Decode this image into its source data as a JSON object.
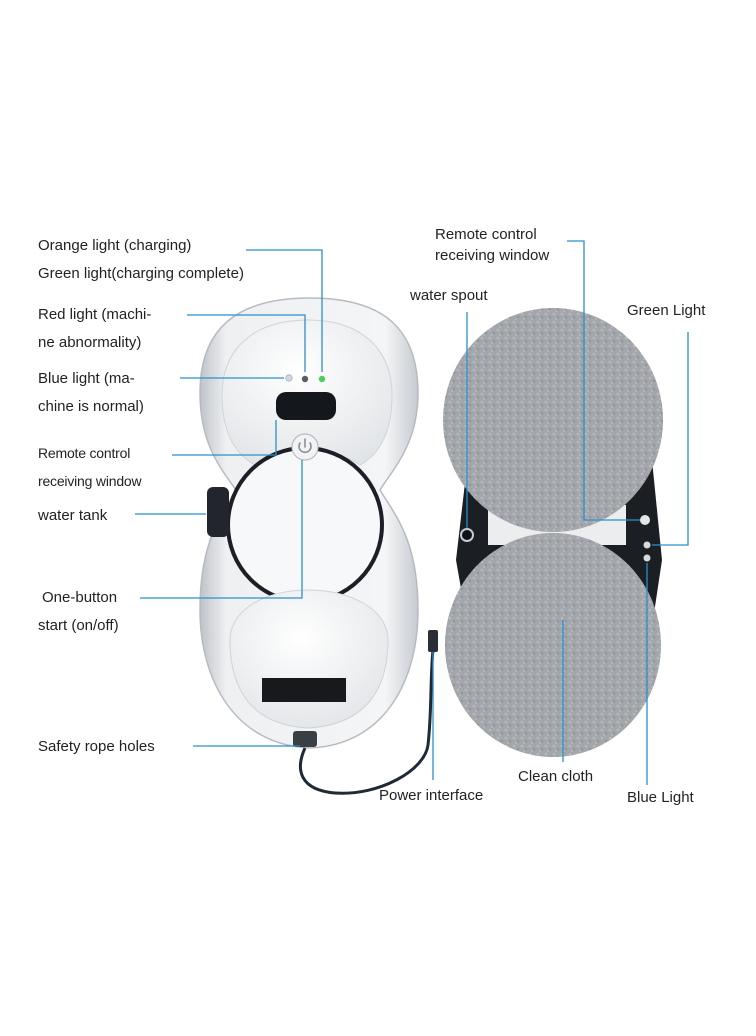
{
  "colors": {
    "leader_line": "#2b8fd0",
    "text": "#222222",
    "robot_body": "#e3e6ea",
    "cloth": "#a4a7ab",
    "cable": "#1e2a38",
    "led_orange_blue": "#cfd8e0",
    "led_red": "#5a5d62",
    "led_green": "#4ccf5a"
  },
  "labels": {
    "orange_light": "Orange light (charging)",
    "green_light_charging": "Green light(charging complete)",
    "red_light_1": "Red light (machi-",
    "red_light_2": "ne abnormality)",
    "blue_light_1": "Blue light (ma-",
    "blue_light_2": "chine is normal)",
    "remote_front_1": "Remote control",
    "remote_front_2": "receiving window",
    "water_tank": "water tank",
    "one_button_1": "One-button",
    "one_button_2": "start (on/off)",
    "safety_rope": "Safety rope holes",
    "remote_back_1": "Remote control",
    "remote_back_2": "receiving window",
    "water_spout": "water spout",
    "green_light": "Green Light",
    "clean_cloth": "Clean cloth",
    "power_interface": "Power interface",
    "blue_light": "Blue Light"
  },
  "icons": {
    "power_button": "power-icon"
  }
}
